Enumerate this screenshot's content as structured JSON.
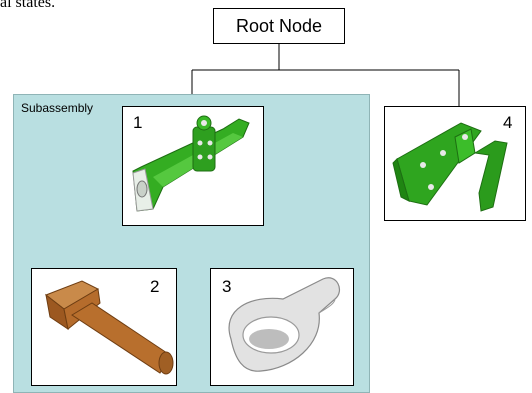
{
  "header_text": "al states.",
  "root_label": "Root Node",
  "subassembly_label": "Subassembly",
  "nodes": [
    {
      "number": "1",
      "part": "green-bracket-arm",
      "color": "#2faa1e"
    },
    {
      "number": "2",
      "part": "brown-pin",
      "color": "#b76b2a"
    },
    {
      "number": "3",
      "part": "gray-clevis",
      "color": "#d8d8d8"
    },
    {
      "number": "4",
      "part": "green-hook-bracket",
      "color": "#2faa1e"
    }
  ]
}
